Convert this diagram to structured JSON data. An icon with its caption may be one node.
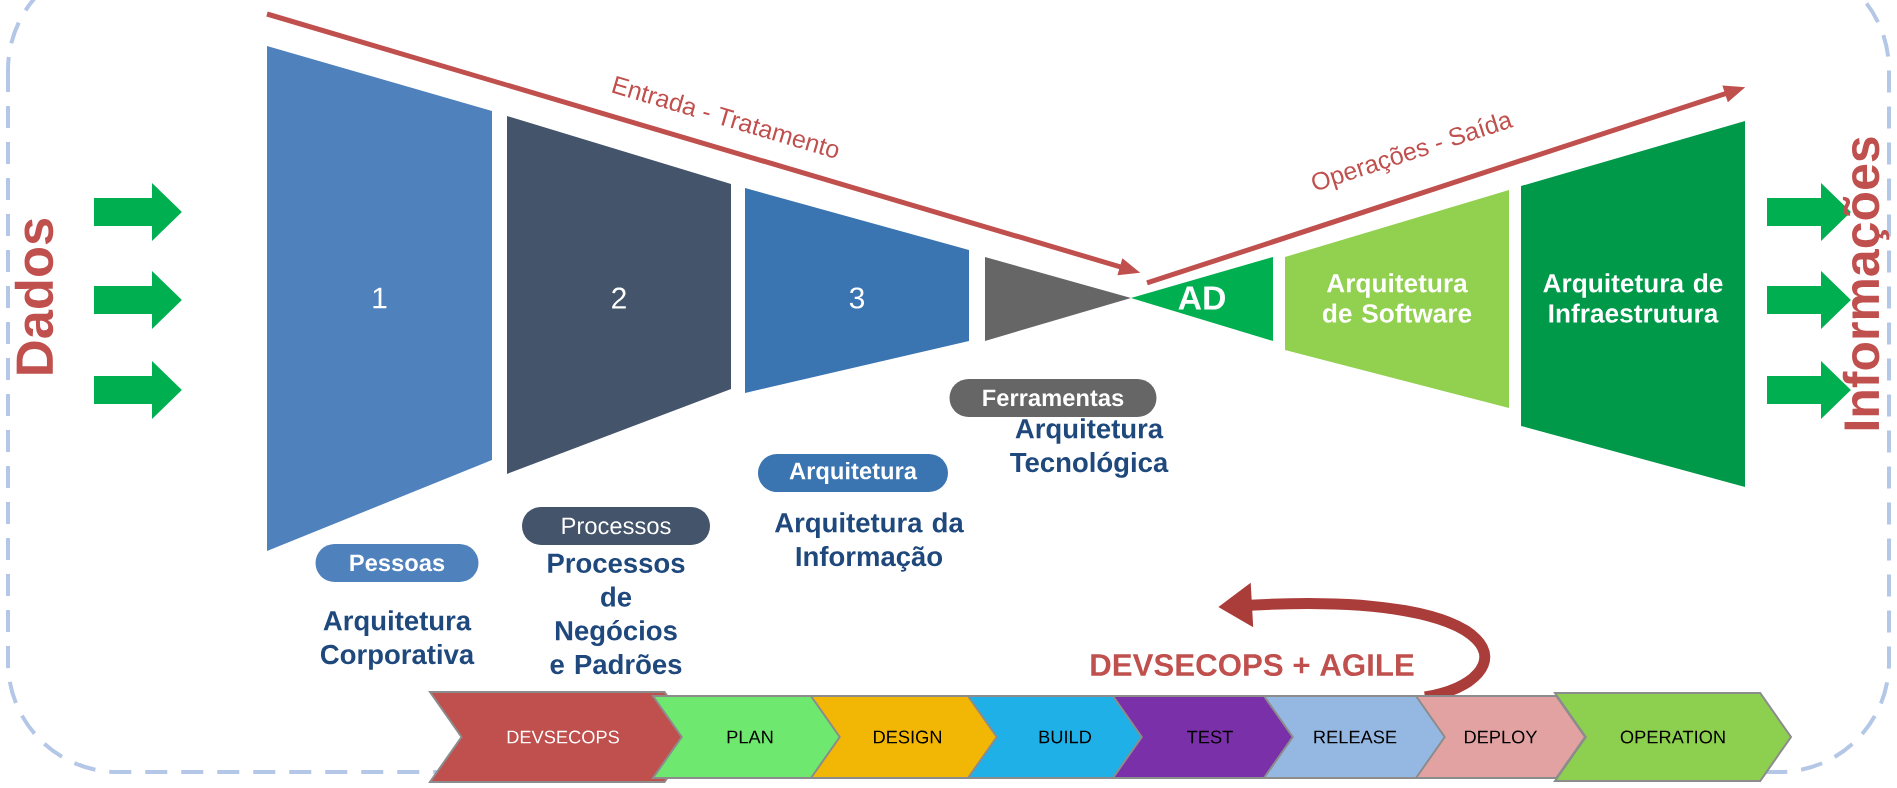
{
  "diagram": {
    "nodes": [
      {
        "text": [
          "1"
        ]
      },
      {
        "text": [
          "2"
        ]
      },
      {
        "text": [
          "3"
        ]
      },
      {
        "text": [],
        "shape": "triangle"
      },
      {
        "text": [
          "AD"
        ]
      },
      {
        "text": [
          "Arquitetura de Software"
        ]
      },
      {
        "text": [
          "Arquitetura de Infraestrutura"
        ]
      },
      {
        "text": [
          "Pessoas"
        ],
        "beside": [
          "Arquitetura Corporativa"
        ]
      },
      {
        "text": [
          "Processos"
        ],
        "beside": [
          "Processos de Negócios e Padrões"
        ]
      },
      {
        "text": [
          "Arquitetura"
        ],
        "beside": [
          "Arquitetura da Informação"
        ]
      },
      {
        "text": [
          "Ferramentas"
        ],
        "beside": [
          "Arquitetura Tecnológica"
        ]
      },
      {
        "text": [
          "DEVSECOPS"
        ]
      },
      {
        "text": [
          "PLAN"
        ]
      },
      {
        "text": [
          "DESIGN"
        ]
      },
      {
        "text": [
          "BUILD"
        ]
      },
      {
        "text": [
          "TEST"
        ]
      },
      {
        "text": [
          "RELEASE"
        ]
      },
      {
        "text": [
          "DEPLOY"
        ]
      },
      {
        "text": [
          "OPERATION"
        ]
      }
    ],
    "labels": [
      "Dados",
      "Informações",
      "Entrada - Tratamento",
      "Operações - Saída",
      "DEVSECOPS + AGILE"
    ]
  }
}
